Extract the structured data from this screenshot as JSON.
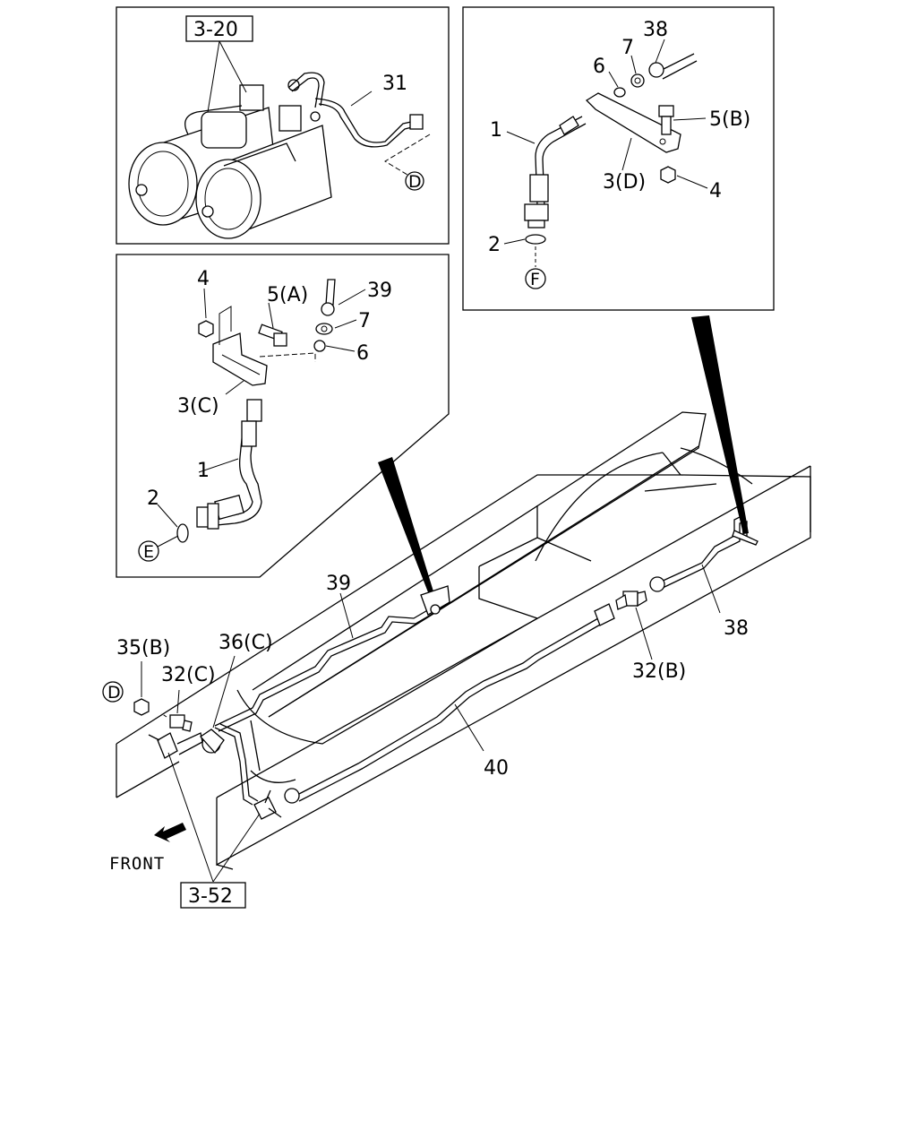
{
  "refs": {
    "ref_3_20": "3-20",
    "ref_3_52": "3-52"
  },
  "panel_a": {
    "p31": "31",
    "marker_d": "D"
  },
  "panel_b": {
    "p38": "38",
    "p7": "7",
    "p6": "6",
    "p1": "1",
    "p5b": "5(B)",
    "p3d": "3(D)",
    "p4": "4",
    "p2": "2",
    "marker_f": "F"
  },
  "panel_c": {
    "p4": "4",
    "p5a": "5(A)",
    "p39": "39",
    "p7": "7",
    "p6": "6",
    "p3c": "3(C)",
    "p1": "1",
    "p2": "2",
    "marker_e": "E"
  },
  "main": {
    "p39": "39",
    "p38": "38",
    "p35b": "35(B)",
    "p36c": "36(C)",
    "p32c": "32(C)",
    "p32b": "32(B)",
    "p40": "40",
    "marker_d": "D",
    "front": "FRONT"
  }
}
